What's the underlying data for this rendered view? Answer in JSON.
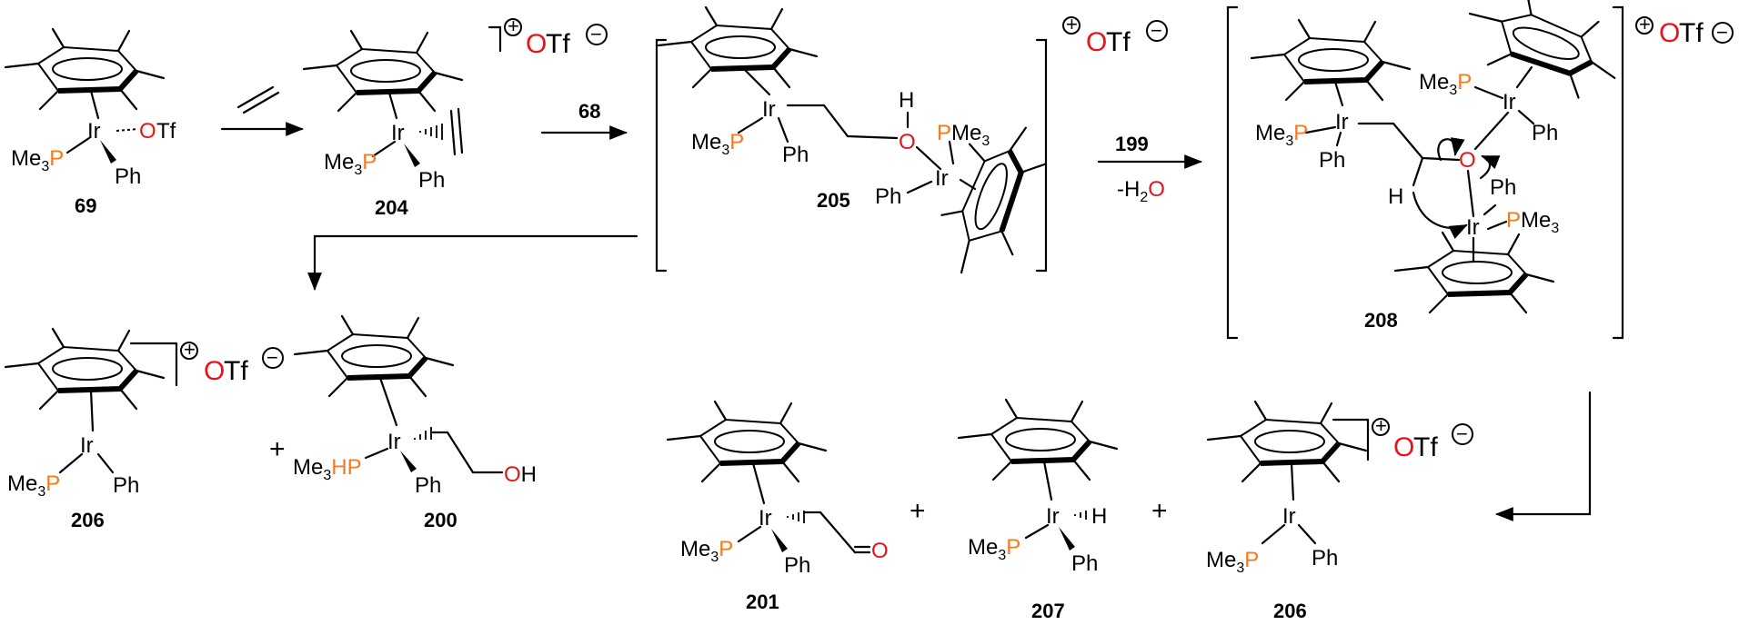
{
  "colors": {
    "phosphorus": "#f47a20",
    "oxygen": "#e8141b",
    "ink": "#000000"
  },
  "atoms": {
    "ir": "Ir",
    "ph": "Ph",
    "h": "H",
    "o": "O",
    "otf": "OTf"
  },
  "fragments": {
    "me": "Me",
    "three": "3",
    "p": "P",
    "hp": "HP",
    "me3_suffix": "Me",
    "oh_o": "O",
    "oh_h": "H",
    "minus": "-H",
    "two": "2",
    "water_o": "O",
    "plus": "+",
    "minus_sign": "−",
    "cplus": "+",
    "cminus": "−"
  },
  "compounds": {
    "c69": "69",
    "c204": "204",
    "c205": "205",
    "c208": "208",
    "c206a": "206",
    "c200": "200",
    "c201": "201",
    "c207": "207",
    "c206b": "206"
  },
  "reagents": {
    "r1": "68",
    "r2": "199",
    "r2_sub_minus": "-H",
    "r2_sub_two": "2",
    "r2_sub_o": "O"
  },
  "operators": {
    "plus1": "+",
    "plus2": "+",
    "plus3": "+"
  }
}
